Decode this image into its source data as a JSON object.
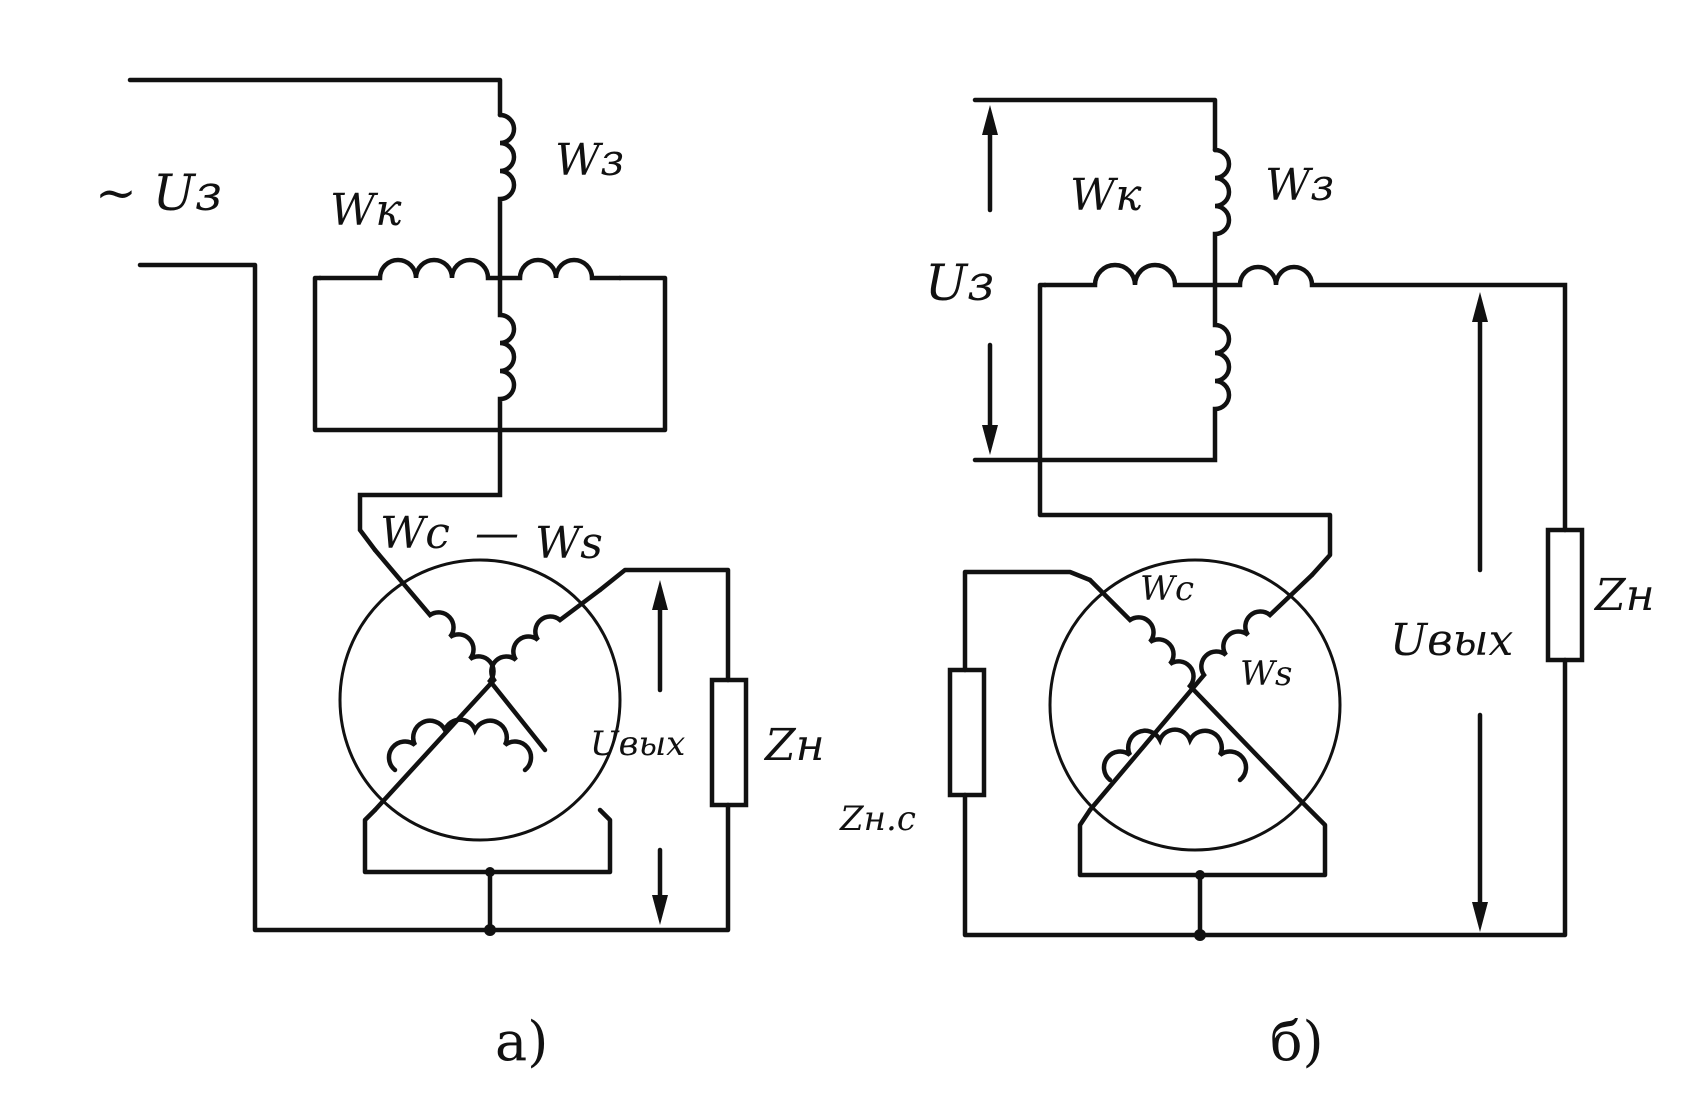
{
  "colors": {
    "ink": "#111111",
    "paper": "#ffffff"
  },
  "diagram_a": {
    "caption": "а)",
    "supply_label": "~ Uз",
    "winding_control": "Wк",
    "winding_excitation": "Wз",
    "winding_cosine": "Wc",
    "dash": "—",
    "winding_sine": "Ws",
    "output_voltage": "Uвых",
    "load": "Zн"
  },
  "diagram_b": {
    "caption": "б)",
    "supply_label": "Uз",
    "winding_control": "Wк",
    "winding_excitation": "Wз",
    "winding_cosine": "Wc",
    "winding_sine": "Ws",
    "output_voltage": "Uвых",
    "load": "Zн",
    "load_cosine": "Zн.с"
  }
}
